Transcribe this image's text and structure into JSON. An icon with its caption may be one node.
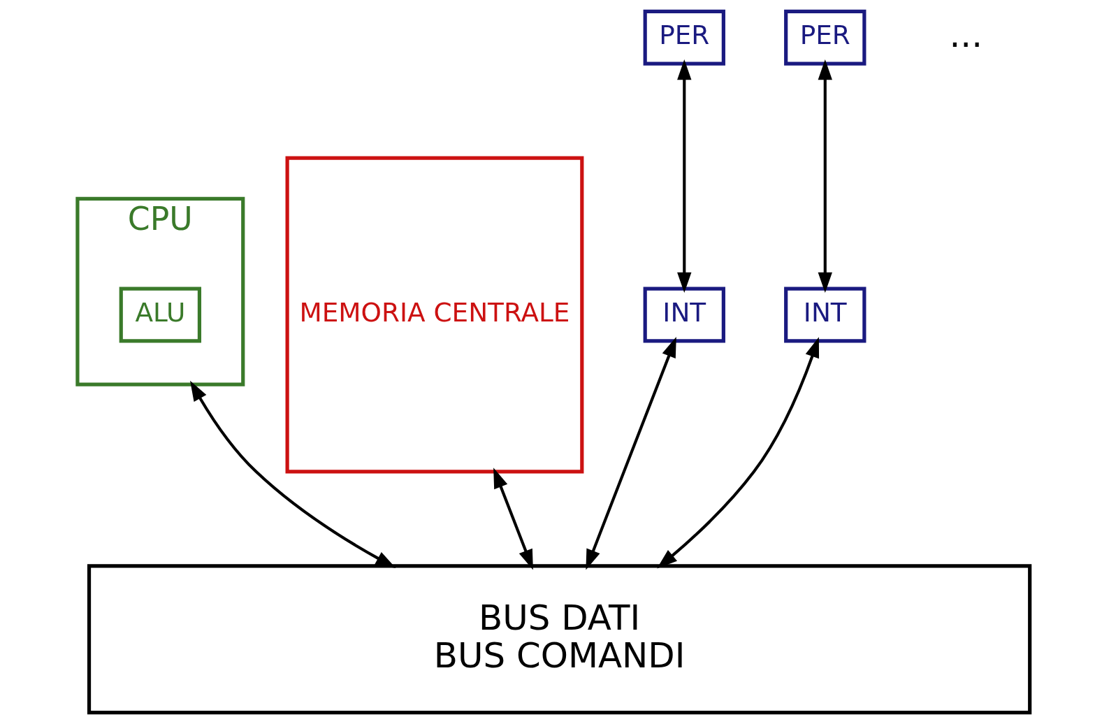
{
  "diagram": {
    "nodes": [
      {
        "text": [
          "CPU"
        ]
      },
      {
        "text": [
          "ALU"
        ],
        "in": 0
      },
      {
        "text": [
          "MEMORIA CENTRALE"
        ]
      },
      {
        "text": [
          "PER"
        ]
      },
      {
        "text": [
          "PER"
        ]
      },
      {
        "text": [
          "INT"
        ]
      },
      {
        "text": [
          "INT"
        ]
      },
      {
        "text": [
          "BUS DATI",
          "BUS COMANDI"
        ]
      }
    ],
    "edges": [
      {
        "from": 0,
        "to": 7,
        "arrow": "both"
      },
      {
        "from": 2,
        "to": 7,
        "arrow": "both"
      },
      {
        "from": 3,
        "to": 5,
        "arrow": "both"
      },
      {
        "from": 4,
        "to": 6,
        "arrow": "both"
      },
      {
        "from": 5,
        "to": 7,
        "arrow": "both"
      },
      {
        "from": 6,
        "to": 7,
        "arrow": "both"
      }
    ],
    "labels": [
      "..."
    ]
  }
}
